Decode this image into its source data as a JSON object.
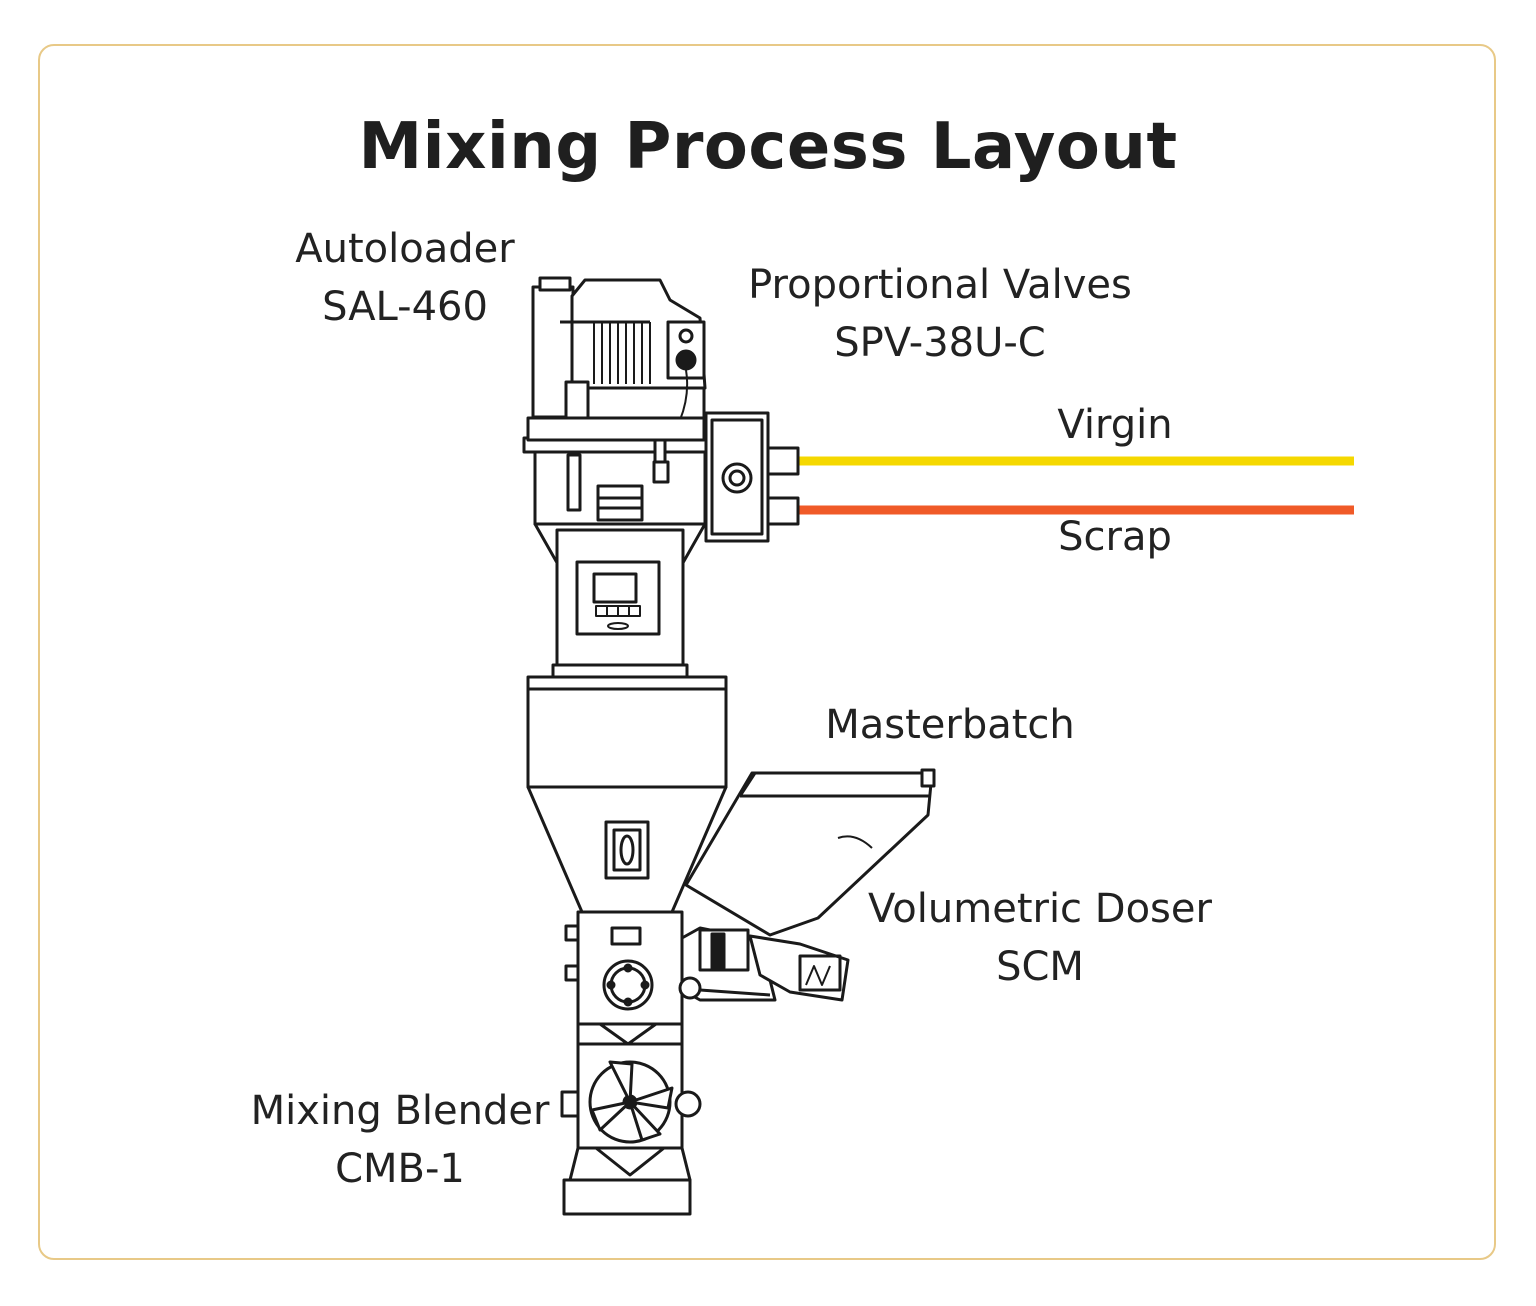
{
  "title": "Mixing Process Layout",
  "labels": {
    "autoloader": {
      "name": "Autoloader",
      "model": "SAL-460"
    },
    "valves": {
      "name": "Proportional Valves",
      "model": "SPV-38U-C"
    },
    "virgin": "Virgin",
    "scrap": "Scrap",
    "masterbatch": "Masterbatch",
    "doser": {
      "name": "Volumetric Doser",
      "model": "SCM"
    },
    "blender": {
      "name": "Mixing Blender",
      "model": "CMB-1"
    }
  },
  "colors": {
    "frame": "#e8c987",
    "virgin_line": "#f5d800",
    "scrap_line": "#f05a28",
    "drawing": "#1a1a1a"
  }
}
